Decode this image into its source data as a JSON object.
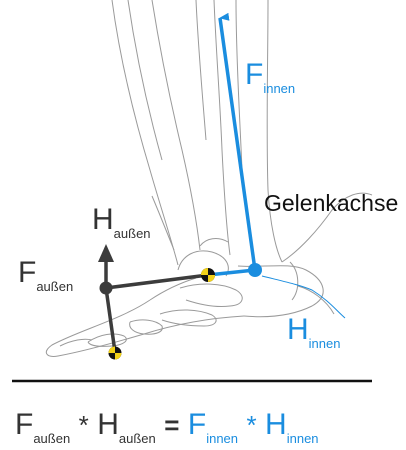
{
  "colors": {
    "outer_force": "#3c3c3c",
    "inner_force": "#1a8ddf",
    "sketch": "#9a9a9a",
    "ground": "#111111",
    "joint_marker": "#f2d21a"
  },
  "labels": {
    "f_inner_main": "F",
    "f_inner_sub": "innen",
    "gelenkachse": "Gelenkachse",
    "h_outer_main": "H",
    "h_outer_sub": "außen",
    "f_outer_main": "F",
    "f_outer_sub": "außen",
    "h_inner_main": "H",
    "h_inner_sub": "innen"
  },
  "equation": {
    "f_outer_main": "F",
    "f_outer_sub": "außen",
    "times_1": "*",
    "h_outer_main": "H",
    "h_outer_sub": "außen",
    "equals": "=",
    "f_inner_main": "F",
    "f_inner_sub": "innen",
    "times_2": "*",
    "h_inner_main": "H",
    "h_inner_sub": "innen"
  }
}
